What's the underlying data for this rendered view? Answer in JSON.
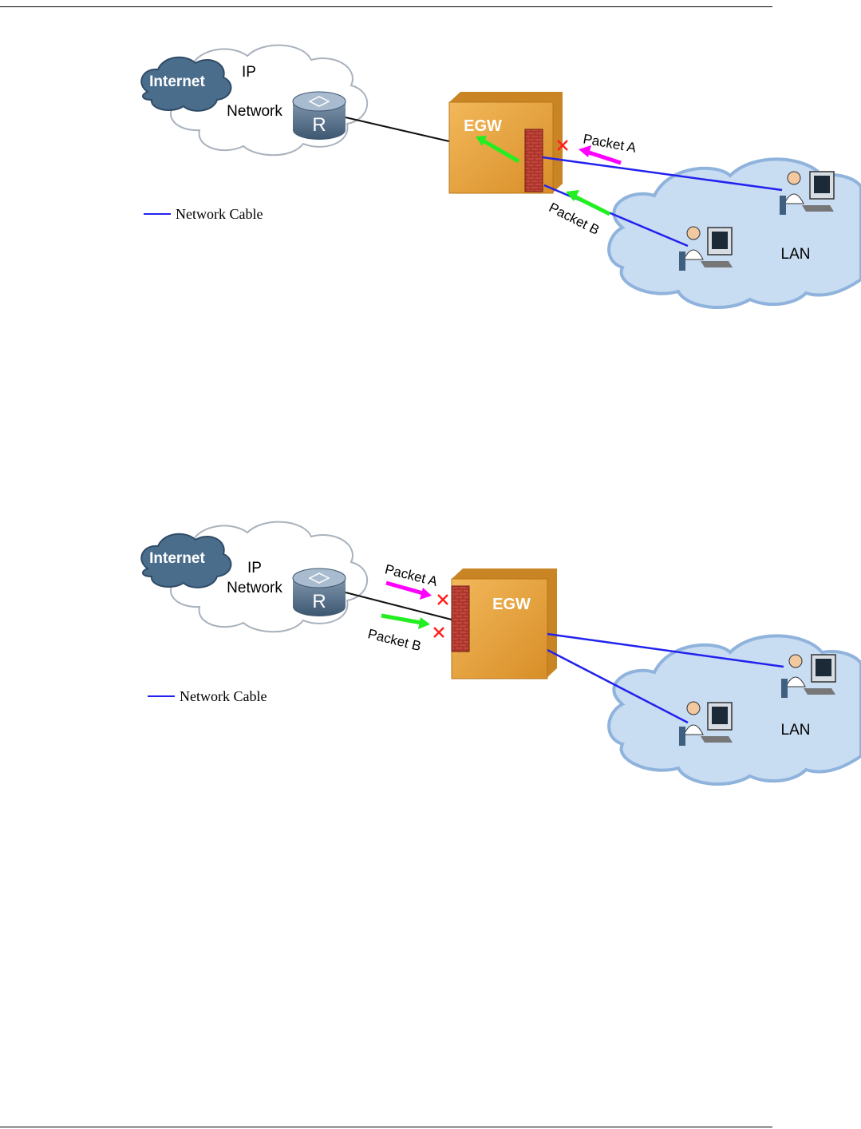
{
  "diagrams": [
    {
      "internet_label": "Internet",
      "ip_network_label_line1": "IP",
      "ip_network_label_line2": "Network",
      "router_label": "R",
      "gateway_label": "EGW",
      "packet_a_label": "Packet A",
      "packet_b_label": "Packet B",
      "lan_label": "LAN",
      "legend_label": "Network Cable"
    },
    {
      "internet_label": "Internet",
      "ip_network_label_line1": "IP",
      "ip_network_label_line2": "Network",
      "router_label": "R",
      "gateway_label": "EGW",
      "packet_a_label": "Packet A",
      "packet_b_label": "Packet B",
      "lan_label": "LAN",
      "legend_label": "Network Cable"
    }
  ],
  "colors": {
    "packet_a": "#ff00ff",
    "packet_b": "#22ee22",
    "network_cable": "#2222ee",
    "blocked_mark": "#ff2020",
    "gateway_fill": "#e8a23c",
    "internet_cloud": "#4a6d8c",
    "lan_cloud": "#c8dcf2"
  }
}
